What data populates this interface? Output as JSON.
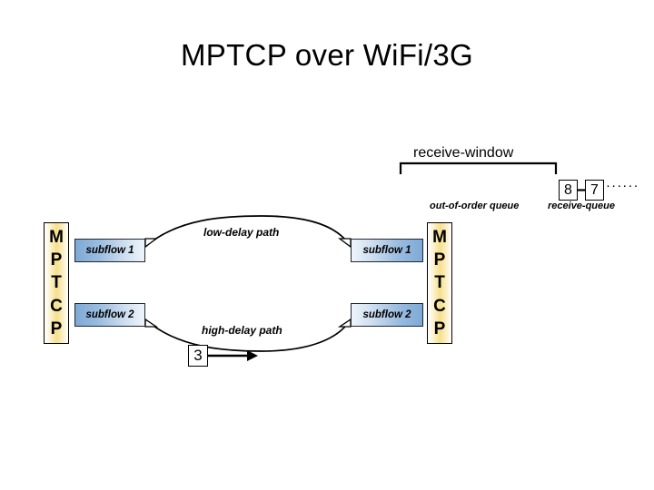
{
  "slide": {
    "title": "MPTCP over WiFi/3G",
    "background_color": "#ffffff"
  },
  "colors": {
    "mptcp_gradient_core": "#f6e08a",
    "subflow_gradient_dark": "#7ea9d6",
    "subflow_gradient_light": "#eef4fb",
    "stroke": "#000000",
    "box_fill": "#ffffff"
  },
  "diagram": {
    "sender": {
      "stack_label": "MPTCP",
      "letters": [
        "M",
        "P",
        "T",
        "C",
        "P"
      ],
      "subflows": [
        {
          "label": "subflow 1"
        },
        {
          "label": "subflow 2"
        }
      ]
    },
    "receiver": {
      "stack_label": "MPTCP",
      "letters": [
        "M",
        "P",
        "T",
        "C",
        "P"
      ],
      "subflows": [
        {
          "label": "subflow 1"
        },
        {
          "label": "subflow 2"
        }
      ]
    },
    "paths": [
      {
        "label": "low-delay path"
      },
      {
        "label": "high-delay path"
      }
    ],
    "receive_window": {
      "label": "receive-window"
    },
    "queues": [
      {
        "label": "out-of-order queue"
      },
      {
        "label": "receive-queue"
      }
    ],
    "receive_queue_segments": [
      {
        "value": "8"
      },
      {
        "value": "7"
      }
    ],
    "receive_queue_continuation": "······",
    "in_flight_segment": {
      "value": "3",
      "direction_icon": "arrow-right-icon"
    }
  }
}
